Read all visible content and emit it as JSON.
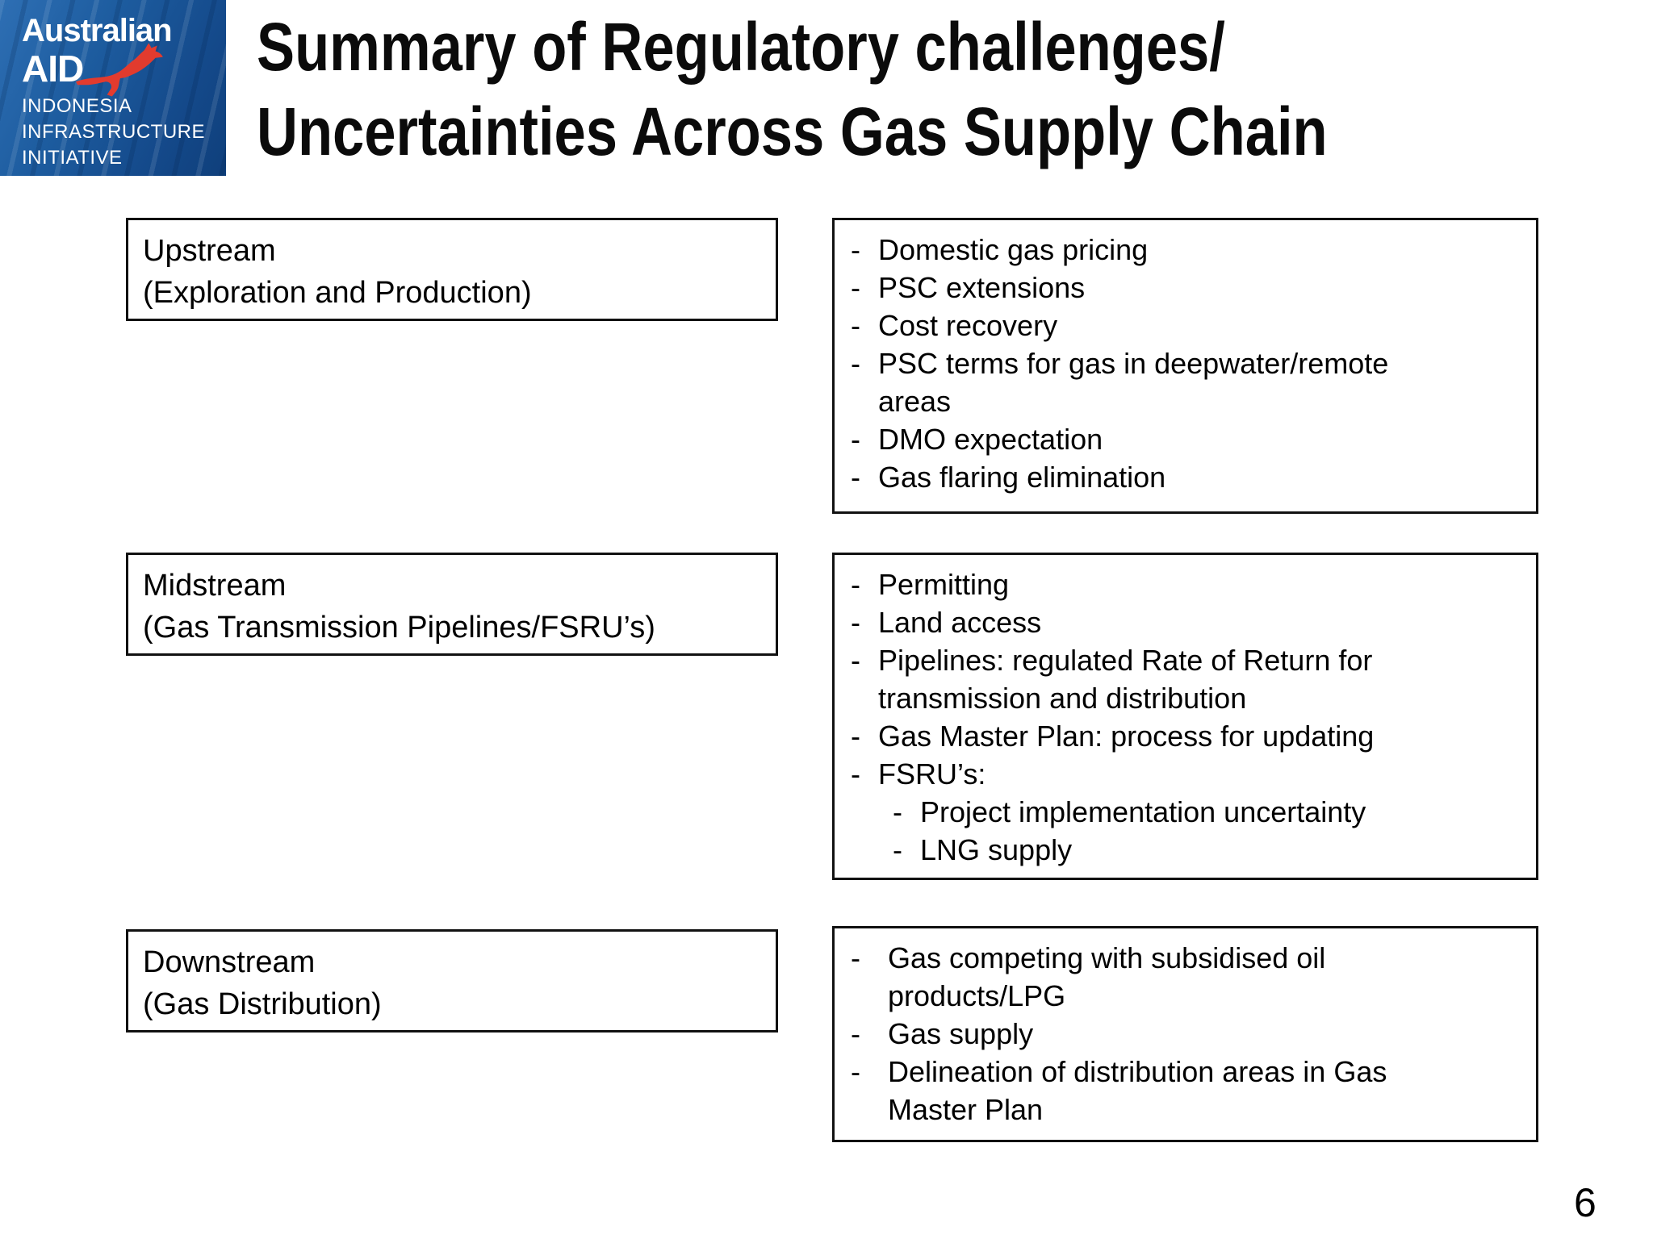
{
  "glyphs": {
    "dash": "-"
  },
  "page_number": "6",
  "logo": {
    "brand_line1": "Australian",
    "brand_line2": "AID",
    "sub_lines": [
      "INDONESIA",
      "INFRASTRUCTURE",
      "INITIATIVE"
    ],
    "bg_color": "#1d5c9f",
    "kangaroo_color": "#e23b2e",
    "text_color": "#ffffff"
  },
  "title": {
    "line1": "Summary of Regulatory challenges/",
    "line2": "Uncertainties Across Gas Supply Chain"
  },
  "sections": [
    {
      "stage": "Upstream",
      "stage_detail": "(Exploration and Production)",
      "items": [
        {
          "text": "Domestic gas pricing",
          "indent": 1
        },
        {
          "text": "PSC extensions",
          "indent": 1
        },
        {
          "text": "Cost recovery",
          "indent": 1
        },
        {
          "text": "PSC terms for gas in deepwater/remote\nareas",
          "indent": 1
        },
        {
          "text": "DMO expectation",
          "indent": 1
        },
        {
          "text": "Gas flaring elimination",
          "indent": 1
        }
      ]
    },
    {
      "stage": "Midstream",
      "stage_detail": "(Gas Transmission Pipelines/FSRU’s)",
      "items": [
        {
          "text": "Permitting",
          "indent": 1
        },
        {
          "text": "Land access",
          "indent": 1
        },
        {
          "text": "Pipelines: regulated Rate of Return for\ntransmission and distribution",
          "indent": 1
        },
        {
          "text": "Gas Master Plan: process for updating",
          "indent": 1
        },
        {
          "text": "FSRU’s:",
          "indent": 1
        },
        {
          "text": "Project implementation uncertainty",
          "indent": 2
        },
        {
          "text": "LNG supply",
          "indent": 2
        }
      ]
    },
    {
      "stage": "Downstream",
      "stage_detail": "(Gas Distribution)",
      "items": [
        {
          "text": "Gas competing with subsidised oil\nproducts/LPG",
          "indent": 1
        },
        {
          "text": "Gas supply",
          "indent": 1
        },
        {
          "text": "Delineation of distribution areas in Gas\n Master Plan",
          "indent": 1
        }
      ]
    }
  ]
}
